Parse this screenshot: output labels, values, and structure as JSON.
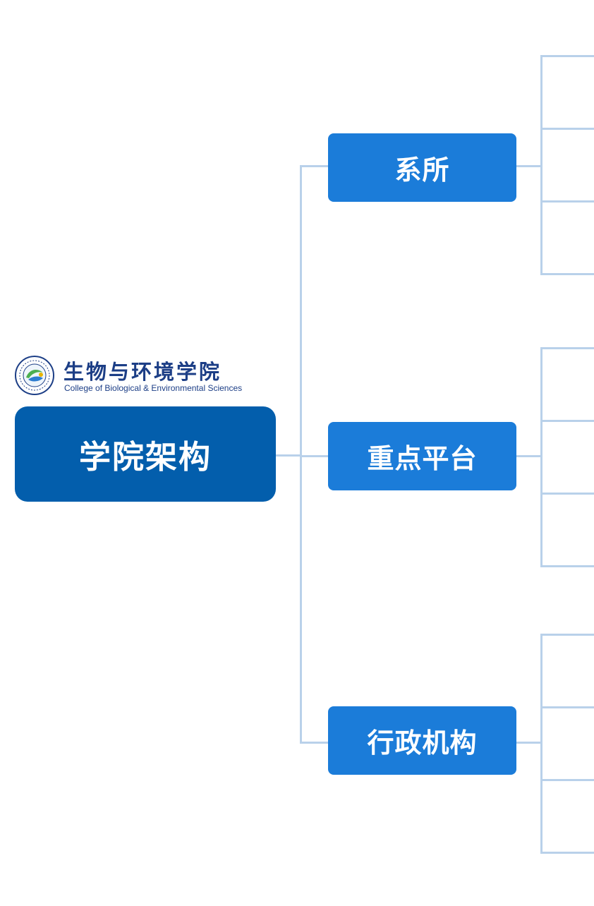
{
  "logo": {
    "name_cn": "生物与环境学院",
    "name_en": "College of Biological & Environmental Sciences"
  },
  "root": {
    "label": "学院架构"
  },
  "branches": [
    {
      "label": "系所"
    },
    {
      "label": "重点平台"
    },
    {
      "label": "行政机构"
    }
  ],
  "colors": {
    "root_fill": "#035eac",
    "branch_fill": "#1b7cd9",
    "connector": "#b9d1ea",
    "logo_text": "#1c3e86"
  }
}
